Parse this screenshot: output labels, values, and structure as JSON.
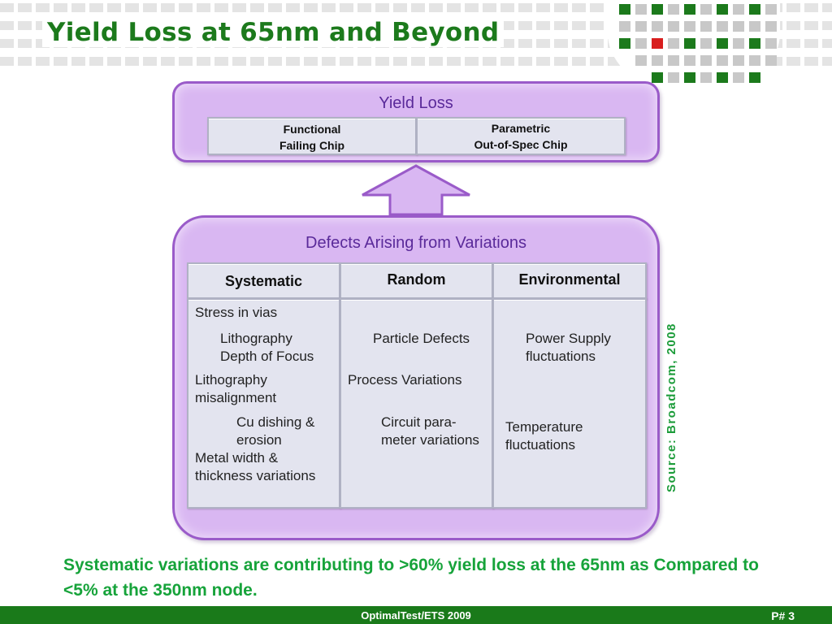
{
  "slide": {
    "title": "Yield Loss at 65nm and Beyond",
    "source": "Source:  Broadcom, 2008",
    "statement": "Systematic variations are contributing to >60% yield loss at the 65nm as Compared to <5% at the 350nm node.",
    "footer": "OptimalTest/ETS 2009",
    "page": "P# 3"
  },
  "yield_loss": {
    "title": "Yield Loss",
    "left_line1": "Functional",
    "left_line2": "Failing Chip",
    "right_line1": "Parametric",
    "right_line2": "Out-of-Spec Chip"
  },
  "defects": {
    "title": "Defects Arising from Variations",
    "columns": [
      "Systematic",
      "Random",
      "Environmental"
    ],
    "systematic": {
      "item1": "Stress in vias",
      "item2a": "Lithography",
      "item2b": "Depth of Focus",
      "item3a": "Lithography",
      "item3b": "misalignment",
      "item4a": "Cu dishing &",
      "item4b": "erosion",
      "item5a": "Metal width &",
      "item5b": "thickness variations"
    },
    "random": {
      "item1": "Particle Defects",
      "item2": "Process Variations",
      "item3a": "Circuit para-",
      "item3b": "meter variations"
    },
    "environmental": {
      "item1a": "Power Supply",
      "item1b": "fluctuations",
      "item2a": "Temperature",
      "item2b": "fluctuations"
    }
  },
  "colors": {
    "title_green": "#1c7a1c",
    "accent_green": "#16a33a",
    "purple_fill": "#d9b7f2",
    "purple_border": "#9a5bc9",
    "logo_red": "#d81e1e"
  }
}
